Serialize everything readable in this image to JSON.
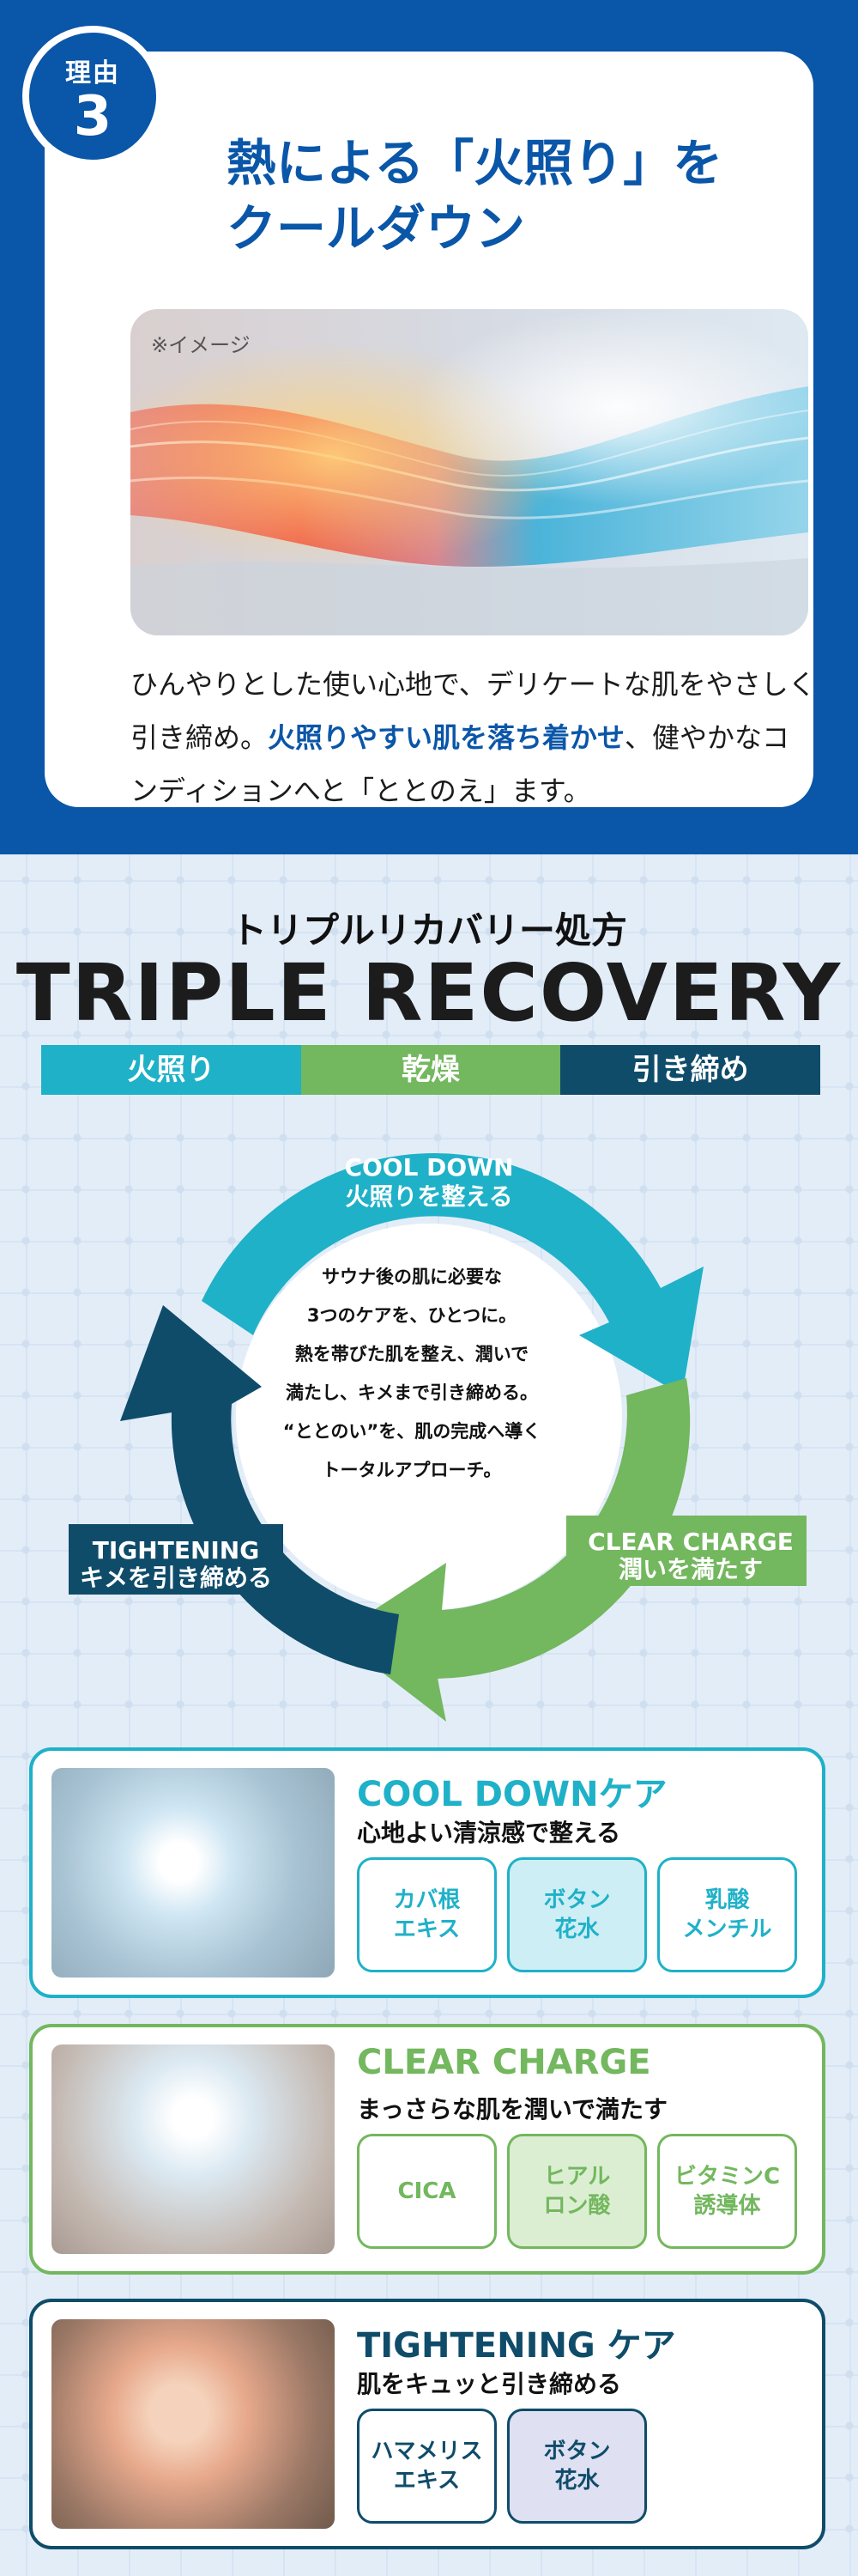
{
  "reason": {
    "badge_label": "理由",
    "badge_number": "3",
    "title": "熱による「火照り」を\nクールダウン",
    "image_note": "※イメージ",
    "body_before": "ひんやりとした使い心地で、デリケートな肌をやさしく引き締め。",
    "body_highlight": "火照りやすい肌を落ち着かせ",
    "body_after": "、健やかなコンディションへと「ととのえ」ます。"
  },
  "recovery": {
    "subtitle": "トリプルリカバリー処方",
    "title": "TRIPLE RECOVERY",
    "bar": [
      "火照り",
      "乾燥",
      "引き締め"
    ],
    "colors": {
      "cool": "#1fb1c8",
      "clear": "#73b75e",
      "tight": "#0f4c6a"
    },
    "cycle": {
      "top": {
        "name": "COOL DOWN",
        "desc": "火照りを整える"
      },
      "right": {
        "name": "CLEAR CHARGE",
        "desc": "潤いを満たす"
      },
      "left": {
        "name": "TIGHTENING",
        "desc": "キメを引き締める"
      },
      "center": [
        "サウナ後の肌に必要な",
        "3つのケアを、ひとつに。",
        "熱を帯びた肌を整え、潤いで",
        "満たし、キメまで引き締める。",
        "“ととのい”を、肌の完成へ導く",
        "トータルアプローチ。"
      ]
    }
  },
  "products": [
    {
      "name": "COOL DOWNケア",
      "desc": "心地よい清涼感で整える",
      "image_icon": "water-drop-leaf-image",
      "chips": [
        "カバ根\nエキス",
        "ボタン\n花水",
        "乳酸\nメンチル"
      ]
    },
    {
      "name": "CLEAR CHARGE",
      "desc": "まっさらな肌を潤いで満たす",
      "image_icon": "water-drop-image",
      "chips": [
        "CICA",
        "ヒアル\nロン酸",
        "ビタミンC\n誘導体"
      ]
    },
    {
      "name": "TIGHTENING ケア",
      "desc": "肌をキュッと引き締める",
      "image_icon": "peony-flower-image",
      "chips": [
        "ハマメリス\nエキス",
        "ボタン\n花水"
      ]
    }
  ]
}
